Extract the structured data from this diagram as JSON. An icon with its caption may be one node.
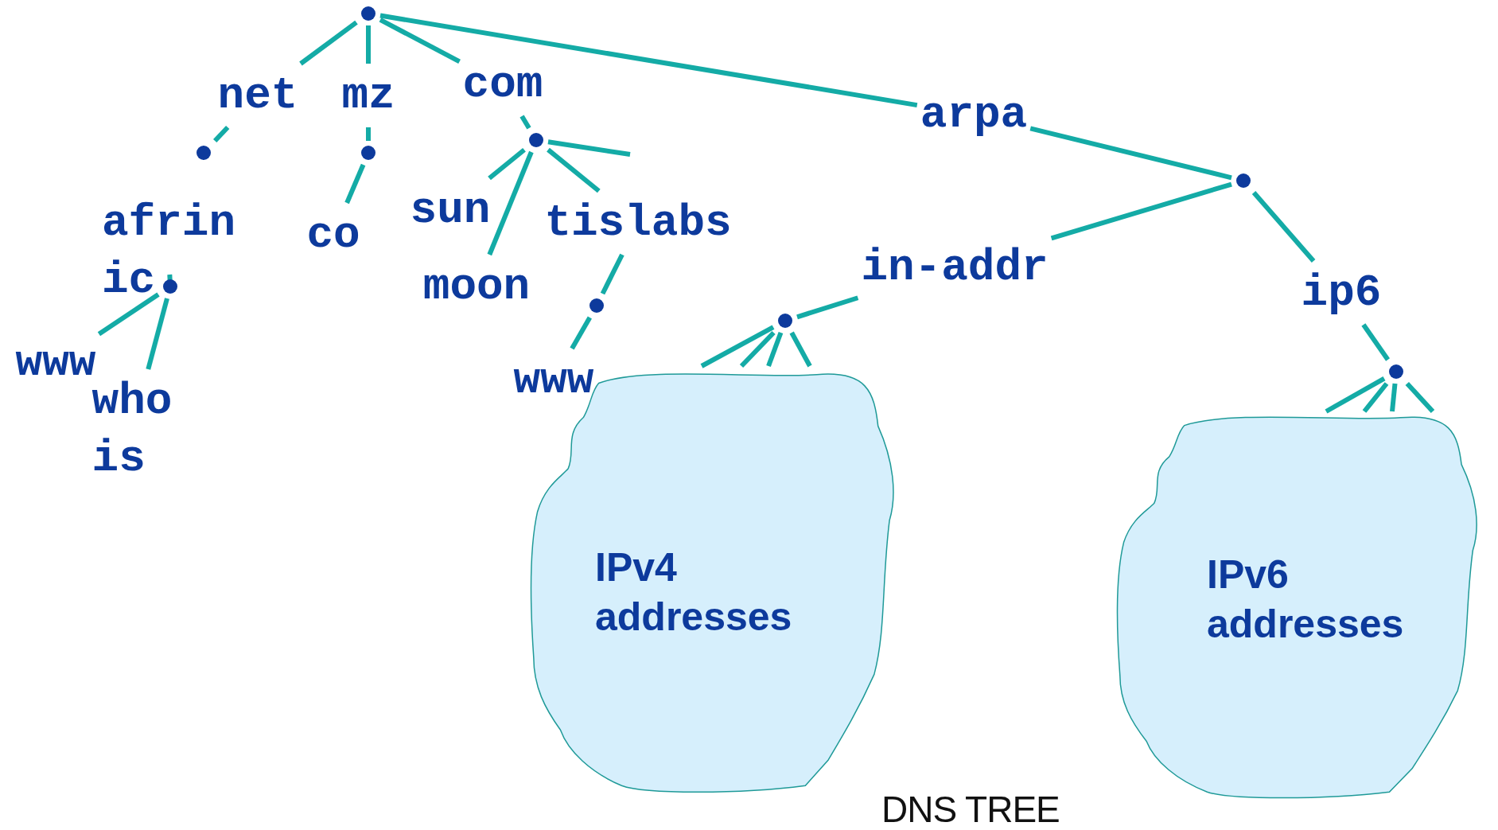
{
  "diagram": {
    "caption": "DNS TREE",
    "nodes": [
      {
        "text": [],
        "shape": "circle"
      },
      {
        "text": [
          "net"
        ]
      },
      {
        "text": [
          "mz"
        ]
      },
      {
        "text": [
          "com"
        ]
      },
      {
        "text": [
          "arpa"
        ]
      },
      {
        "text": [],
        "shape": "circle"
      },
      {
        "text": [],
        "shape": "circle"
      },
      {
        "text": [],
        "shape": "circle"
      },
      {
        "text": [
          "afrin ic"
        ]
      },
      {
        "text": [],
        "shape": "circle"
      },
      {
        "text": [
          "www"
        ]
      },
      {
        "text": [
          "who is"
        ]
      },
      {
        "text": [
          "co"
        ]
      },
      {
        "text": [
          "sun"
        ]
      },
      {
        "text": [
          "moon"
        ]
      },
      {
        "text": [
          "tislabs"
        ]
      },
      {
        "text": [],
        "shape": "circle"
      },
      {
        "text": [
          "www"
        ]
      },
      {
        "text": [],
        "shape": "circle"
      },
      {
        "text": [
          "in-addr"
        ]
      },
      {
        "text": [
          "ip6"
        ]
      },
      {
        "text": [],
        "shape": "circle"
      },
      {
        "text": [],
        "shape": "circle"
      },
      {
        "text": [
          "IPv4 addresses"
        ]
      },
      {
        "text": [
          "IPv6 addresses"
        ]
      }
    ],
    "edges": [
      {
        "from": 0,
        "to": 1,
        "arrow": "none"
      },
      {
        "from": 0,
        "to": 2,
        "arrow": "none"
      },
      {
        "from": 0,
        "to": 3,
        "arrow": "none"
      },
      {
        "from": 0,
        "to": 4,
        "arrow": "none"
      },
      {
        "from": 1,
        "to": 5,
        "arrow": "none"
      },
      {
        "from": 2,
        "to": 6,
        "arrow": "none"
      },
      {
        "from": 3,
        "to": 7,
        "arrow": "none"
      },
      {
        "from": 4,
        "to": 18,
        "arrow": "none"
      },
      {
        "from": 8,
        "to": 9,
        "arrow": "none"
      },
      {
        "from": 9,
        "to": 10,
        "arrow": "none"
      },
      {
        "from": 9,
        "to": 11,
        "arrow": "none"
      },
      {
        "from": 6,
        "to": 12,
        "arrow": "none"
      },
      {
        "from": 7,
        "to": 13,
        "arrow": "none"
      },
      {
        "from": 7,
        "to": 14,
        "arrow": "none"
      },
      {
        "from": 7,
        "to": 15,
        "arrow": "none"
      },
      {
        "from": 7,
        "to": null,
        "arrow": "none"
      },
      {
        "from": 15,
        "to": 16,
        "arrow": "none"
      },
      {
        "from": 16,
        "to": 17,
        "arrow": "none"
      },
      {
        "from": 18,
        "to": 19,
        "arrow": "none"
      },
      {
        "from": 18,
        "to": 20,
        "arrow": "none"
      },
      {
        "from": 19,
        "to": 21,
        "arrow": "none"
      },
      {
        "from": 20,
        "to": 22,
        "arrow": "none"
      },
      {
        "from": 21,
        "to": 23,
        "arrow": "none"
      },
      {
        "from": 21,
        "to": 23,
        "arrow": "none"
      },
      {
        "from": 21,
        "to": 23,
        "arrow": "none"
      },
      {
        "from": 21,
        "to": 23,
        "arrow": "none"
      },
      {
        "from": 22,
        "to": 24,
        "arrow": "none"
      },
      {
        "from": 22,
        "to": 24,
        "arrow": "none"
      },
      {
        "from": 22,
        "to": 24,
        "arrow": "none"
      },
      {
        "from": 22,
        "to": 24,
        "arrow": "none"
      }
    ]
  }
}
